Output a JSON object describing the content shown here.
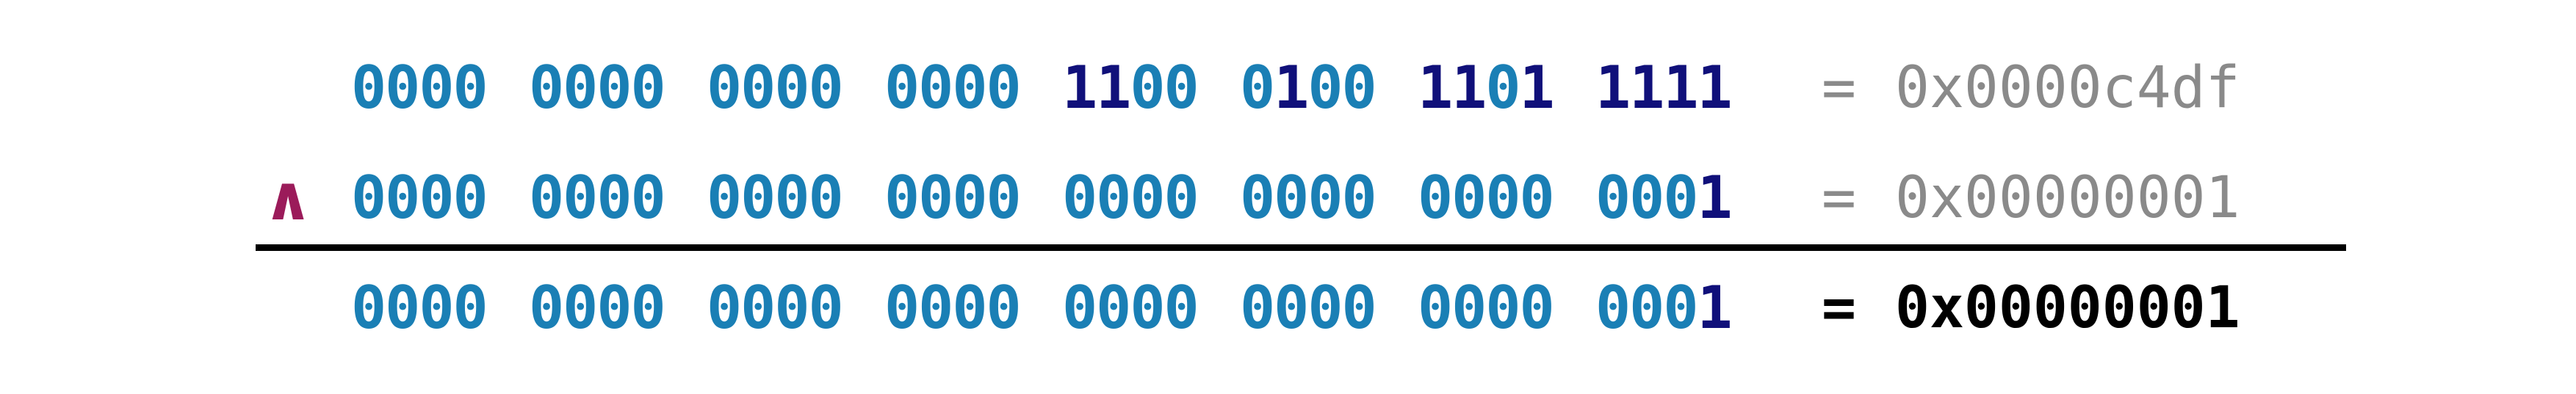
{
  "rows": [
    {
      "operator": "",
      "nibbles": [
        "0000",
        "0000",
        "0000",
        "0000",
        "1100",
        "0100",
        "1101",
        "1111"
      ],
      "equals": "=",
      "hex": "0x0000c4df"
    },
    {
      "operator": "∧",
      "nibbles": [
        "0000",
        "0000",
        "0000",
        "0000",
        "0000",
        "0000",
        "0000",
        "0001"
      ],
      "equals": "=",
      "hex": "0x00000001"
    },
    {
      "operator": "",
      "nibbles": [
        "0000",
        "0000",
        "0000",
        "0000",
        "0000",
        "0000",
        "0000",
        "0001"
      ],
      "equals": "=",
      "hex": "0x00000001"
    }
  ],
  "colors": {
    "zero_bit": "#1a7fb5",
    "one_bit": "#10107a",
    "operator": "#9b1b5a",
    "operand_hex": "#8a8a8a",
    "result_hex": "#000000",
    "rule": "#000000"
  }
}
